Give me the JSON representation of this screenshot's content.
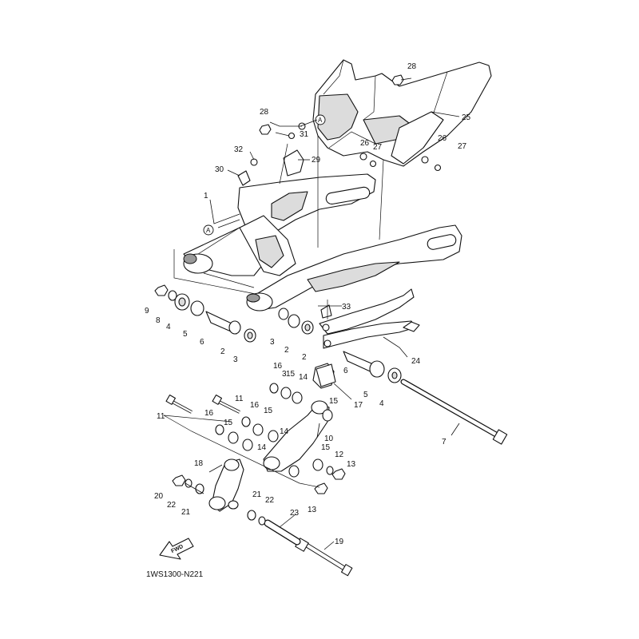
{
  "diagram": {
    "code": "1WS1300-N221",
    "direction_label": "FWD",
    "reference_mark": "A",
    "callouts": [
      "1",
      "2",
      "2",
      "2",
      "3",
      "3",
      "3",
      "4",
      "4",
      "5",
      "5",
      "6",
      "6",
      "7",
      "8",
      "9",
      "10",
      "11",
      "11",
      "12",
      "13",
      "13",
      "14",
      "14",
      "14",
      "15",
      "15",
      "15",
      "15",
      "15",
      "16",
      "16",
      "16",
      "17",
      "18",
      "19",
      "20",
      "21",
      "21",
      "22",
      "22",
      "23",
      "24",
      "25",
      "26",
      "26",
      "27",
      "27",
      "28",
      "28",
      "29",
      "30",
      "31",
      "32",
      "33"
    ]
  }
}
